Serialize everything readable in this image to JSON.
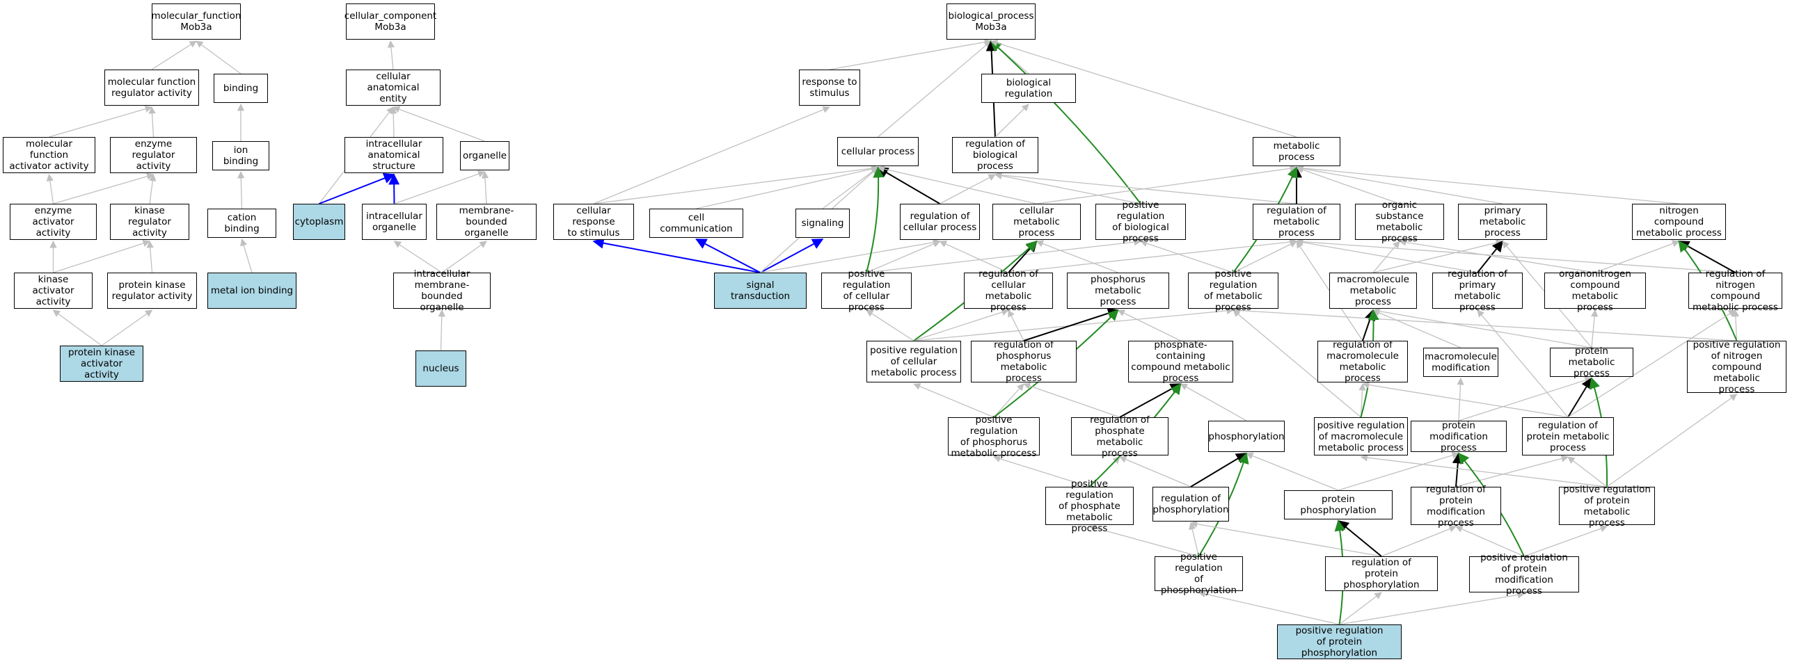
{
  "colors": {
    "highlight_fill": "#add8e6",
    "edge_default": "#c0c0c0",
    "edge_is_a_strong": "#000000",
    "edge_part_of": "#0000ff",
    "edge_positive_regulation": "#228b22"
  },
  "nodes": [
    {
      "id": "mf_root",
      "label": "molecular_function\nMob3a",
      "highlight": false
    },
    {
      "id": "cc_root",
      "label": "cellular_component\nMob3a",
      "highlight": false
    },
    {
      "id": "bp_root",
      "label": "biological_process\nMob3a",
      "highlight": false
    },
    {
      "id": "mf_reg",
      "label": "molecular function\nregulator activity",
      "highlight": false
    },
    {
      "id": "binding",
      "label": "binding",
      "highlight": false
    },
    {
      "id": "cc_ent",
      "label": "cellular anatomical\nentity",
      "highlight": false
    },
    {
      "id": "resp_stim",
      "label": "response to\nstimulus",
      "highlight": false
    },
    {
      "id": "bio_reg",
      "label": "biological regulation",
      "highlight": false
    },
    {
      "id": "mf_act",
      "label": "molecular function\nactivator activity",
      "highlight": false
    },
    {
      "id": "enz_reg",
      "label": "enzyme regulator\nactivity",
      "highlight": false
    },
    {
      "id": "ion_bind",
      "label": "ion binding",
      "highlight": false
    },
    {
      "id": "ias",
      "label": "intracellular\nanatomical structure",
      "highlight": false
    },
    {
      "id": "organelle",
      "label": "organelle",
      "highlight": false
    },
    {
      "id": "cell_proc",
      "label": "cellular process",
      "highlight": false
    },
    {
      "id": "reg_bio",
      "label": "regulation of\nbiological process",
      "highlight": false
    },
    {
      "id": "met_proc",
      "label": "metabolic process",
      "highlight": false
    },
    {
      "id": "enz_act",
      "label": "enzyme activator\nactivity",
      "highlight": false
    },
    {
      "id": "kin_reg",
      "label": "kinase regulator\nactivity",
      "highlight": false
    },
    {
      "id": "cat_bind",
      "label": "cation binding",
      "highlight": false
    },
    {
      "id": "cytoplasm",
      "label": "cytoplasm",
      "highlight": true
    },
    {
      "id": "ic_org",
      "label": "intracellular\norganelle",
      "highlight": false
    },
    {
      "id": "mb_org",
      "label": "membrane-bounded\norganelle",
      "highlight": false
    },
    {
      "id": "cell_resp",
      "label": "cellular response\nto stimulus",
      "highlight": false
    },
    {
      "id": "cell_comm",
      "label": "cell communication",
      "highlight": false
    },
    {
      "id": "signaling",
      "label": "signaling",
      "highlight": false
    },
    {
      "id": "reg_cell",
      "label": "regulation of\ncellular process",
      "highlight": false
    },
    {
      "id": "cell_met",
      "label": "cellular metabolic\nprocess",
      "highlight": false
    },
    {
      "id": "pos_reg_bio",
      "label": "positive regulation\nof biological\nprocess",
      "highlight": false
    },
    {
      "id": "reg_met",
      "label": "regulation of\nmetabolic process",
      "highlight": false
    },
    {
      "id": "org_sub",
      "label": "organic substance\nmetabolic process",
      "highlight": false
    },
    {
      "id": "prim_met",
      "label": "primary metabolic\nprocess",
      "highlight": false
    },
    {
      "id": "nit_met",
      "label": "nitrogen compound\nmetabolic process",
      "highlight": false
    },
    {
      "id": "kin_act",
      "label": "kinase activator\nactivity",
      "highlight": false
    },
    {
      "id": "pk_reg",
      "label": "protein kinase\nregulator activity",
      "highlight": false
    },
    {
      "id": "metal_ion",
      "label": "metal ion binding",
      "highlight": true
    },
    {
      "id": "ic_mb_org",
      "label": "intracellular\nmembrane-bounded\norganelle",
      "highlight": false
    },
    {
      "id": "sig_trans",
      "label": "signal transduction",
      "highlight": true
    },
    {
      "id": "pos_reg_cell",
      "label": "positive regulation\nof cellular\nprocess",
      "highlight": false
    },
    {
      "id": "reg_cell_met",
      "label": "regulation of\ncellular metabolic\nprocess",
      "highlight": false
    },
    {
      "id": "phos_met",
      "label": "phosphorus metabolic\nprocess",
      "highlight": false
    },
    {
      "id": "pos_reg_met",
      "label": "positive regulation\nof metabolic\nprocess",
      "highlight": false
    },
    {
      "id": "macro_met",
      "label": "macromolecule\nmetabolic process",
      "highlight": false
    },
    {
      "id": "reg_prim",
      "label": "regulation of\nprimary metabolic\nprocess",
      "highlight": false
    },
    {
      "id": "orgnit_met",
      "label": "organonitrogen\ncompound metabolic\nprocess",
      "highlight": false
    },
    {
      "id": "reg_nit",
      "label": "regulation of\nnitrogen compound\nmetabolic process",
      "highlight": false
    },
    {
      "id": "pk_act",
      "label": "protein kinase\nactivator activity",
      "highlight": true
    },
    {
      "id": "nucleus",
      "label": "nucleus",
      "highlight": true
    },
    {
      "id": "pos_reg_cell_met",
      "label": "positive regulation\nof cellular\nmetabolic process",
      "highlight": false
    },
    {
      "id": "reg_phos_met",
      "label": "regulation of\nphosphorus metabolic\nprocess",
      "highlight": false
    },
    {
      "id": "phosph_cont",
      "label": "phosphate-containing\ncompound metabolic\nprocess",
      "highlight": false
    },
    {
      "id": "reg_macro",
      "label": "regulation of\nmacromolecule\nmetabolic process",
      "highlight": false
    },
    {
      "id": "macro_mod",
      "label": "macromolecule\nmodification",
      "highlight": false
    },
    {
      "id": "prot_met",
      "label": "protein metabolic\nprocess",
      "highlight": false
    },
    {
      "id": "pos_reg_nit",
      "label": "positive regulation\nof nitrogen\ncompound metabolic\nprocess",
      "highlight": false
    },
    {
      "id": "pos_reg_phos_met",
      "label": "positive regulation\nof phosphorus\nmetabolic process",
      "highlight": false
    },
    {
      "id": "reg_phate_met",
      "label": "regulation of\nphosphate metabolic\nprocess",
      "highlight": false
    },
    {
      "id": "phosphorylation",
      "label": "phosphorylation",
      "highlight": false
    },
    {
      "id": "pos_reg_macro",
      "label": "positive regulation\nof macromolecule\nmetabolic process",
      "highlight": false
    },
    {
      "id": "prot_mod",
      "label": "protein modification\nprocess",
      "highlight": false
    },
    {
      "id": "reg_prot_met",
      "label": "regulation of\nprotein metabolic\nprocess",
      "highlight": false
    },
    {
      "id": "pos_reg_phate_met",
      "label": "positive regulation\nof phosphate\nmetabolic process",
      "highlight": false
    },
    {
      "id": "reg_phosph",
      "label": "regulation of\nphosphorylation",
      "highlight": false
    },
    {
      "id": "prot_phos",
      "label": "protein phosphorylation",
      "highlight": false
    },
    {
      "id": "reg_prot_mod",
      "label": "regulation of\nprotein modification\nprocess",
      "highlight": false
    },
    {
      "id": "pos_reg_prot_met",
      "label": "positive regulation\nof protein metabolic\nprocess",
      "highlight": false
    },
    {
      "id": "pos_reg_phosph",
      "label": "positive regulation\nof phosphorylation",
      "highlight": false
    },
    {
      "id": "reg_prot_phos",
      "label": "regulation of\nprotein phosphorylation",
      "highlight": false
    },
    {
      "id": "pos_reg_prot_mod",
      "label": "positive regulation\nof protein modification\nprocess",
      "highlight": false
    },
    {
      "id": "pos_reg_prot_phos",
      "label": "positive regulation\nof protein phosphorylation",
      "highlight": true
    }
  ],
  "edges": [
    {
      "from": "mf_reg",
      "to": "mf_root",
      "type": "is_a"
    },
    {
      "from": "binding",
      "to": "mf_root",
      "type": "is_a"
    },
    {
      "from": "mf_act",
      "to": "mf_reg",
      "type": "is_a"
    },
    {
      "from": "enz_reg",
      "to": "mf_reg",
      "type": "is_a"
    },
    {
      "from": "ion_bind",
      "to": "binding",
      "type": "is_a"
    },
    {
      "from": "enz_act",
      "to": "mf_act",
      "type": "is_a"
    },
    {
      "from": "enz_act",
      "to": "enz_reg",
      "type": "is_a"
    },
    {
      "from": "kin_reg",
      "to": "enz_reg",
      "type": "is_a"
    },
    {
      "from": "cat_bind",
      "to": "ion_bind",
      "type": "is_a"
    },
    {
      "from": "kin_act",
      "to": "enz_act",
      "type": "is_a"
    },
    {
      "from": "kin_act",
      "to": "kin_reg",
      "type": "is_a"
    },
    {
      "from": "pk_reg",
      "to": "kin_reg",
      "type": "is_a"
    },
    {
      "from": "metal_ion",
      "to": "cat_bind",
      "type": "is_a"
    },
    {
      "from": "pk_act",
      "to": "kin_act",
      "type": "is_a"
    },
    {
      "from": "pk_act",
      "to": "pk_reg",
      "type": "is_a"
    },
    {
      "from": "cc_ent",
      "to": "cc_root",
      "type": "is_a"
    },
    {
      "from": "ias",
      "to": "cc_ent",
      "type": "is_a"
    },
    {
      "from": "organelle",
      "to": "cc_ent",
      "type": "is_a"
    },
    {
      "from": "cytoplasm",
      "to": "cc_ent",
      "type": "is_a"
    },
    {
      "from": "cytoplasm",
      "to": "ias",
      "type": "part_of"
    },
    {
      "from": "ic_org",
      "to": "ias",
      "type": "part_of"
    },
    {
      "from": "ic_org",
      "to": "organelle",
      "type": "is_a"
    },
    {
      "from": "mb_org",
      "to": "organelle",
      "type": "is_a"
    },
    {
      "from": "ic_mb_org",
      "to": "ic_org",
      "type": "is_a"
    },
    {
      "from": "ic_mb_org",
      "to": "mb_org",
      "type": "is_a"
    },
    {
      "from": "nucleus",
      "to": "ic_mb_org",
      "type": "is_a"
    },
    {
      "from": "resp_stim",
      "to": "bp_root",
      "type": "is_a"
    },
    {
      "from": "bio_reg",
      "to": "bp_root",
      "type": "is_a"
    },
    {
      "from": "cell_proc",
      "to": "bp_root",
      "type": "is_a"
    },
    {
      "from": "reg_bio",
      "to": "bp_root",
      "type": "regulates"
    },
    {
      "from": "reg_bio",
      "to": "bio_reg",
      "type": "is_a"
    },
    {
      "from": "pos_reg_bio",
      "to": "bp_root",
      "type": "positively_regulates"
    },
    {
      "from": "met_proc",
      "to": "bp_root",
      "type": "is_a"
    },
    {
      "from": "cell_resp",
      "to": "resp_stim",
      "type": "is_a"
    },
    {
      "from": "cell_resp",
      "to": "cell_proc",
      "type": "is_a"
    },
    {
      "from": "cell_comm",
      "to": "cell_proc",
      "type": "is_a"
    },
    {
      "from": "signaling",
      "to": "cell_proc",
      "type": "is_a"
    },
    {
      "from": "reg_cell",
      "to": "cell_proc",
      "type": "regulates"
    },
    {
      "from": "reg_cell",
      "to": "reg_bio",
      "type": "is_a"
    },
    {
      "from": "cell_met",
      "to": "cell_proc",
      "type": "is_a"
    },
    {
      "from": "cell_met",
      "to": "met_proc",
      "type": "is_a"
    },
    {
      "from": "pos_reg_bio",
      "to": "reg_bio",
      "type": "is_a"
    },
    {
      "from": "reg_met",
      "to": "reg_bio",
      "type": "is_a"
    },
    {
      "from": "reg_met",
      "to": "met_proc",
      "type": "regulates"
    },
    {
      "from": "org_sub",
      "to": "met_proc",
      "type": "is_a"
    },
    {
      "from": "prim_met",
      "to": "met_proc",
      "type": "is_a"
    },
    {
      "from": "nit_met",
      "to": "met_proc",
      "type": "is_a"
    },
    {
      "from": "sig_trans",
      "to": "cell_resp",
      "type": "part_of"
    },
    {
      "from": "sig_trans",
      "to": "cell_comm",
      "type": "part_of"
    },
    {
      "from": "sig_trans",
      "to": "signaling",
      "type": "part_of"
    },
    {
      "from": "sig_trans",
      "to": "cell_proc",
      "type": "is_a"
    },
    {
      "from": "sig_trans",
      "to": "reg_cell",
      "type": "is_a"
    },
    {
      "from": "pos_reg_cell",
      "to": "cell_proc",
      "type": "positively_regulates"
    },
    {
      "from": "pos_reg_cell",
      "to": "reg_cell",
      "type": "is_a"
    },
    {
      "from": "pos_reg_cell",
      "to": "pos_reg_bio",
      "type": "is_a"
    },
    {
      "from": "reg_cell_met",
      "to": "reg_cell",
      "type": "is_a"
    },
    {
      "from": "reg_cell_met",
      "to": "cell_met",
      "type": "regulates"
    },
    {
      "from": "reg_cell_met",
      "to": "reg_met",
      "type": "is_a"
    },
    {
      "from": "phos_met",
      "to": "cell_met",
      "type": "is_a"
    },
    {
      "from": "pos_reg_met",
      "to": "met_proc",
      "type": "positively_regulates"
    },
    {
      "from": "pos_reg_met",
      "to": "pos_reg_bio",
      "type": "is_a"
    },
    {
      "from": "pos_reg_met",
      "to": "reg_met",
      "type": "is_a"
    },
    {
      "from": "macro_met",
      "to": "org_sub",
      "type": "is_a"
    },
    {
      "from": "macro_met",
      "to": "prim_met",
      "type": "is_a"
    },
    {
      "from": "reg_prim",
      "to": "reg_met",
      "type": "is_a"
    },
    {
      "from": "reg_prim",
      "to": "prim_met",
      "type": "regulates"
    },
    {
      "from": "orgnit_met",
      "to": "org_sub",
      "type": "is_a"
    },
    {
      "from": "orgnit_met",
      "to": "nit_met",
      "type": "is_a"
    },
    {
      "from": "reg_nit",
      "to": "reg_met",
      "type": "is_a"
    },
    {
      "from": "reg_nit",
      "to": "nit_met",
      "type": "regulates"
    },
    {
      "from": "pos_reg_cell_met",
      "to": "pos_reg_cell",
      "type": "is_a"
    },
    {
      "from": "pos_reg_cell_met",
      "to": "reg_cell_met",
      "type": "is_a"
    },
    {
      "from": "pos_reg_cell_met",
      "to": "cell_met",
      "type": "positively_regulates"
    },
    {
      "from": "pos_reg_cell_met",
      "to": "pos_reg_met",
      "type": "is_a"
    },
    {
      "from": "reg_phos_met",
      "to": "reg_cell_met",
      "type": "is_a"
    },
    {
      "from": "reg_phos_met",
      "to": "phos_met",
      "type": "regulates"
    },
    {
      "from": "phosph_cont",
      "to": "phos_met",
      "type": "is_a"
    },
    {
      "from": "reg_macro",
      "to": "reg_met",
      "type": "is_a"
    },
    {
      "from": "reg_macro",
      "to": "macro_met",
      "type": "regulates"
    },
    {
      "from": "macro_mod",
      "to": "macro_met",
      "type": "is_a"
    },
    {
      "from": "prot_met",
      "to": "macro_met",
      "type": "is_a"
    },
    {
      "from": "prot_met",
      "to": "prim_met",
      "type": "is_a"
    },
    {
      "from": "prot_met",
      "to": "orgnit_met",
      "type": "is_a"
    },
    {
      "from": "pos_reg_nit",
      "to": "reg_nit",
      "type": "is_a"
    },
    {
      "from": "pos_reg_nit",
      "to": "nit_met",
      "type": "positively_regulates"
    },
    {
      "from": "pos_reg_nit",
      "to": "pos_reg_met",
      "type": "is_a"
    },
    {
      "from": "pos_reg_phos_met",
      "to": "pos_reg_cell_met",
      "type": "is_a"
    },
    {
      "from": "pos_reg_phos_met",
      "to": "reg_phos_met",
      "type": "is_a"
    },
    {
      "from": "pos_reg_phos_met",
      "to": "phos_met",
      "type": "positively_regulates"
    },
    {
      "from": "reg_phate_met",
      "to": "reg_phos_met",
      "type": "is_a"
    },
    {
      "from": "reg_phate_met",
      "to": "phosph_cont",
      "type": "regulates"
    },
    {
      "from": "phosphorylation",
      "to": "phosph_cont",
      "type": "is_a"
    },
    {
      "from": "pos_reg_macro",
      "to": "pos_reg_met",
      "type": "is_a"
    },
    {
      "from": "pos_reg_macro",
      "to": "reg_macro",
      "type": "is_a"
    },
    {
      "from": "pos_reg_macro",
      "to": "macro_met",
      "type": "positively_regulates"
    },
    {
      "from": "prot_mod",
      "to": "macro_mod",
      "type": "is_a"
    },
    {
      "from": "prot_mod",
      "to": "prot_met",
      "type": "is_a"
    },
    {
      "from": "reg_prot_met",
      "to": "reg_macro",
      "type": "is_a"
    },
    {
      "from": "reg_prot_met",
      "to": "prot_met",
      "type": "regulates"
    },
    {
      "from": "reg_prot_met",
      "to": "reg_prim",
      "type": "is_a"
    },
    {
      "from": "reg_prot_met",
      "to": "reg_nit",
      "type": "is_a"
    },
    {
      "from": "pos_reg_phate_met",
      "to": "pos_reg_phos_met",
      "type": "is_a"
    },
    {
      "from": "pos_reg_phate_met",
      "to": "reg_phate_met",
      "type": "is_a"
    },
    {
      "from": "pos_reg_phate_met",
      "to": "phosph_cont",
      "type": "positively_regulates"
    },
    {
      "from": "reg_phosph",
      "to": "reg_phate_met",
      "type": "is_a"
    },
    {
      "from": "reg_phosph",
      "to": "phosphorylation",
      "type": "regulates"
    },
    {
      "from": "prot_phos",
      "to": "phosphorylation",
      "type": "is_a"
    },
    {
      "from": "prot_phos",
      "to": "prot_mod",
      "type": "is_a"
    },
    {
      "from": "reg_prot_mod",
      "to": "prot_mod",
      "type": "regulates"
    },
    {
      "from": "reg_prot_mod",
      "to": "reg_prot_met",
      "type": "is_a"
    },
    {
      "from": "pos_reg_prot_met",
      "to": "reg_prot_met",
      "type": "is_a"
    },
    {
      "from": "pos_reg_prot_met",
      "to": "prot_met",
      "type": "positively_regulates"
    },
    {
      "from": "pos_reg_prot_met",
      "to": "pos_reg_macro",
      "type": "is_a"
    },
    {
      "from": "pos_reg_prot_met",
      "to": "pos_reg_nit",
      "type": "is_a"
    },
    {
      "from": "pos_reg_phosph",
      "to": "pos_reg_phate_met",
      "type": "is_a"
    },
    {
      "from": "pos_reg_phosph",
      "to": "reg_phosph",
      "type": "is_a"
    },
    {
      "from": "pos_reg_phosph",
      "to": "phosphorylation",
      "type": "positively_regulates"
    },
    {
      "from": "reg_prot_phos",
      "to": "reg_phosph",
      "type": "is_a"
    },
    {
      "from": "reg_prot_phos",
      "to": "prot_phos",
      "type": "regulates"
    },
    {
      "from": "reg_prot_phos",
      "to": "reg_prot_mod",
      "type": "is_a"
    },
    {
      "from": "pos_reg_prot_mod",
      "to": "reg_prot_mod",
      "type": "is_a"
    },
    {
      "from": "pos_reg_prot_mod",
      "to": "prot_mod",
      "type": "positively_regulates"
    },
    {
      "from": "pos_reg_prot_mod",
      "to": "pos_reg_prot_met",
      "type": "is_a"
    },
    {
      "from": "pos_reg_prot_phos",
      "to": "pos_reg_phosph",
      "type": "is_a"
    },
    {
      "from": "pos_reg_prot_phos",
      "to": "reg_prot_phos",
      "type": "is_a"
    },
    {
      "from": "pos_reg_prot_phos",
      "to": "prot_phos",
      "type": "positively_regulates"
    },
    {
      "from": "pos_reg_prot_phos",
      "to": "pos_reg_prot_mod",
      "type": "is_a"
    }
  ]
}
